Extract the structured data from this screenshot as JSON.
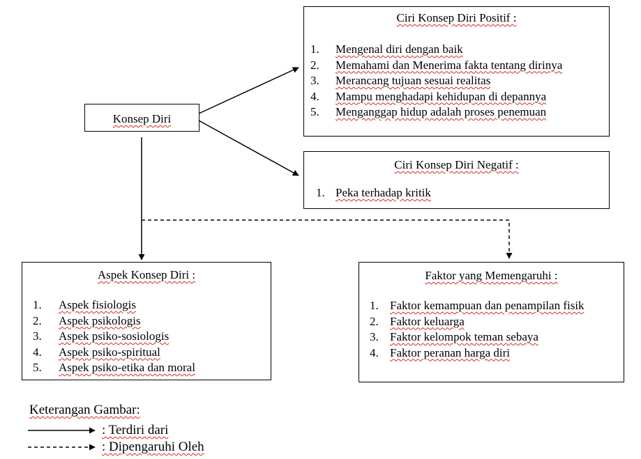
{
  "center": {
    "label": "Konsep Diri"
  },
  "positive": {
    "title": "Ciri Konsep Diri Positif :",
    "items": [
      {
        "num": "1.",
        "text": "Mengenal diri dengan baik"
      },
      {
        "num": "2.",
        "text": "Memahami dan Menerima fakta tentang dirinya"
      },
      {
        "num": "3.",
        "text": "Merancang tujuan sesuai realitas"
      },
      {
        "num": "4.",
        "text": "Mampu menghadapi kehidupan di depannya"
      },
      {
        "num": "5.",
        "text": "Menganggap hidup adalah proses penemuan"
      }
    ]
  },
  "negative": {
    "title": "Ciri Konsep Diri Negatif :",
    "items": [
      {
        "num": "1.",
        "text": "Peka terhadap kritik"
      }
    ]
  },
  "aspects": {
    "title": "Aspek Konsep Diri :",
    "items": [
      {
        "num": "1.",
        "text": "Aspek fisiologis"
      },
      {
        "num": "2.",
        "text": "Aspek psikologis"
      },
      {
        "num": "3.",
        "text": "Aspek psiko-sosiologis"
      },
      {
        "num": "4.",
        "text": "Aspek psiko-spiritual"
      },
      {
        "num": "5.",
        "text": "Aspek psiko-etika dan moral"
      }
    ]
  },
  "factors": {
    "title": "Faktor yang Memengaruhi :",
    "items": [
      {
        "num": "1.",
        "text": "Faktor kemampuan dan penampilan fisik"
      },
      {
        "num": "2.",
        "text": "Faktor keluarga"
      },
      {
        "num": "3.",
        "text": "Faktor kelompok teman sebaya"
      },
      {
        "num": "4.",
        "text": "Faktor peranan harga diri"
      }
    ]
  },
  "legend": {
    "title": "Keterangan Gambar:",
    "solid_label": ": Terdiri dari",
    "dashed_label": ": Dipengaruhi Oleh"
  },
  "colors": {
    "line": "#000000",
    "spellcheck_underline": "#e0261b"
  }
}
